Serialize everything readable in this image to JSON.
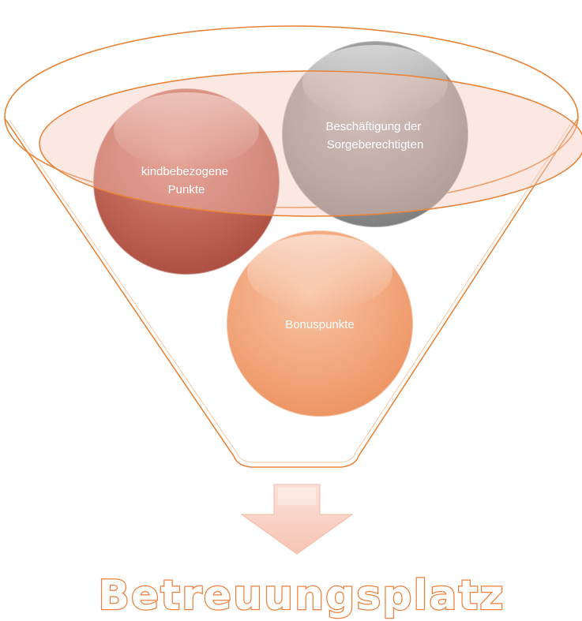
{
  "diagram": {
    "circles": [
      {
        "id": "kind",
        "lines": [
          "kindbebezogene",
          "Punkte"
        ],
        "color": "#b8584a"
      },
      {
        "id": "beschaeftigung",
        "lines": [
          "Beschäftigung der",
          "Sorgeberechtigten"
        ],
        "color": "#8e8e8e"
      },
      {
        "id": "bonus",
        "lines": [
          "Bonuspunkte"
        ],
        "color": "#f0a277"
      }
    ],
    "result": "Betreuungsplatz",
    "colors": {
      "funnel_outline": "#e8843a",
      "funnel_fill": "#fbe3dc",
      "arrow_fill": "#f8d3c8",
      "result_stroke": "#ee7f3c"
    }
  }
}
